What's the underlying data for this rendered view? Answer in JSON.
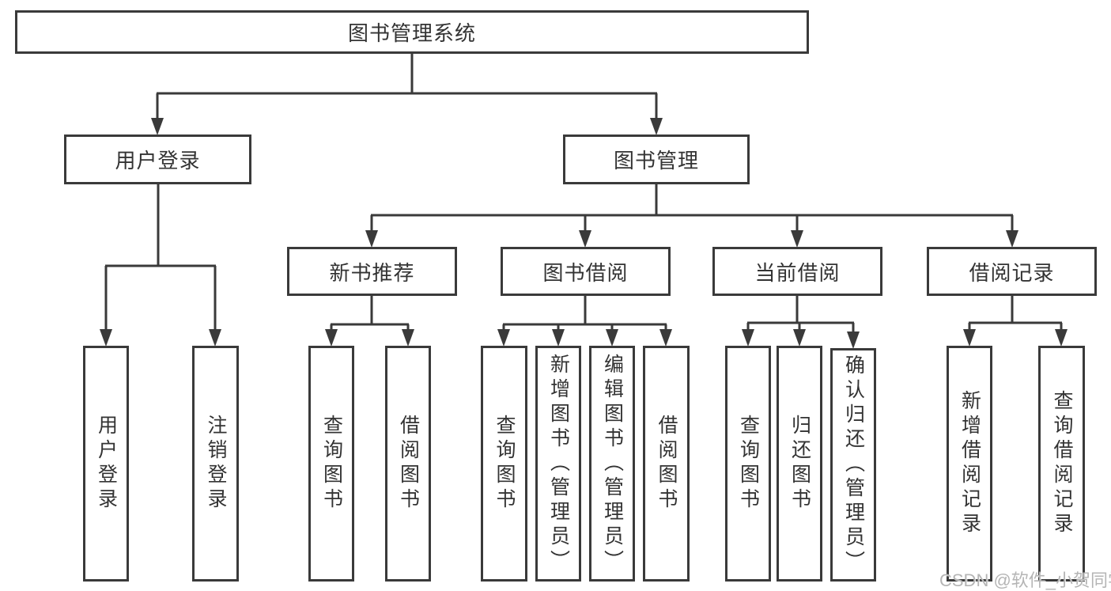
{
  "diagram": {
    "type": "hierarchy-tree",
    "root": {
      "label": "图书管理系统"
    },
    "level2": [
      {
        "label": "用户登录"
      },
      {
        "label": "图书管理"
      }
    ],
    "level3": [
      {
        "label": "新书推荐",
        "parent": "图书管理"
      },
      {
        "label": "图书借阅",
        "parent": "图书管理"
      },
      {
        "label": "当前借阅",
        "parent": "图书管理"
      },
      {
        "label": "借阅记录",
        "parent": "图书管理"
      }
    ],
    "leaves": [
      {
        "label": "用户登录",
        "parent": "用户登录"
      },
      {
        "label": "注销登录",
        "parent": "用户登录"
      },
      {
        "label": "查询图书",
        "parent": "新书推荐"
      },
      {
        "label": "借阅图书",
        "parent": "新书推荐"
      },
      {
        "label": "查询图书",
        "parent": "图书借阅"
      },
      {
        "label": "新增图书（管理员）",
        "parent": "图书借阅"
      },
      {
        "label": "编辑图书（管理员）",
        "parent": "图书借阅"
      },
      {
        "label": "借阅图书",
        "parent": "图书借阅"
      },
      {
        "label": "查询图书",
        "parent": "当前借阅"
      },
      {
        "label": "归还图书",
        "parent": "当前借阅"
      },
      {
        "label": "确认归还（管理员）",
        "parent": "当前借阅"
      },
      {
        "label": "新增借阅记录",
        "parent": "借阅记录"
      },
      {
        "label": "查询借阅记录",
        "parent": "借阅记录"
      }
    ]
  },
  "watermark": "CSDN @软件_小贺同学",
  "colors": {
    "line": "#3a3a3a",
    "border": "#3a3a3a",
    "text": "#333333",
    "background": "#ffffff",
    "watermark": "#b5b5b5"
  }
}
